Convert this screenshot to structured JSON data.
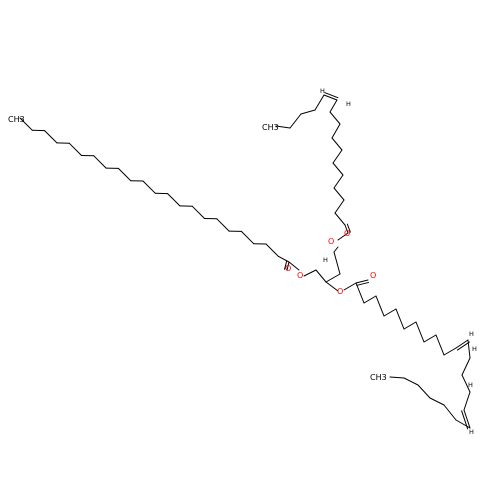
{
  "molecule": {
    "type": "triacylglycerol skeletal structure",
    "labels": {
      "oxygen": "O",
      "hydrogen": "H",
      "methyl": "CH3"
    },
    "colors": {
      "bond": "#000000",
      "oxygen": "#ff0000",
      "carbon_label": "#000000",
      "background": "#ffffff"
    },
    "chains": [
      {
        "name": "docosanoyl chain (top-left)",
        "carbons": 22
      },
      {
        "name": "hexadecenoyl chain (top, cis)",
        "carbons": 16
      },
      {
        "name": "octadecadienoyl chain (bottom-right, cis,cis)",
        "carbons": 18
      }
    ]
  }
}
